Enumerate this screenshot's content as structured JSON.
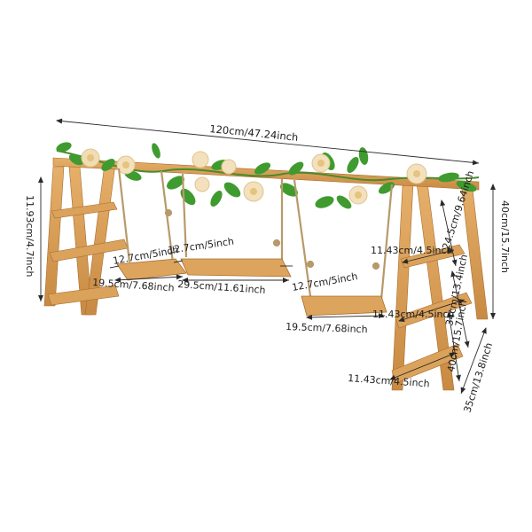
{
  "product": {
    "overall_length": "120cm/47.24inch",
    "left_shelf_step": "11.93cm/4.7inch",
    "swing_rope_left": "12.7cm/5inch",
    "swing_rope_middle": "12.7cm/5inch",
    "swing_rope_right": "12.7cm/5inch",
    "swing_small_left": "19.5cm/7.68inch",
    "swing_large": "29.5cm/11.61inch",
    "swing_small_right": "19.5cm/7.68inch",
    "right_shelf_step_top": "24.5cm/9.64inch",
    "right_shelf_depth_top": "11.43cm/4.5inch",
    "right_shelf_depth_mid": "11.43cm/4.5inch",
    "right_shelf_depth_bottom": "11.43cm/4.5inch",
    "right_shelf_slant_mid": "34cm/13.4inch",
    "right_shelf_slant_low": "40cm/15.7inch",
    "overall_height": "40cm/15.7inch",
    "base_depth": "35cm/13.8inch"
  },
  "colors": {
    "wood": "#d69a52",
    "wood_dark": "#b87a36",
    "wood_light": "#e8b56f",
    "rope": "#b79a6b",
    "leaf": "#3f9b2f",
    "flower": "#f3e3c0",
    "dim_line": "#2a2a2a"
  }
}
